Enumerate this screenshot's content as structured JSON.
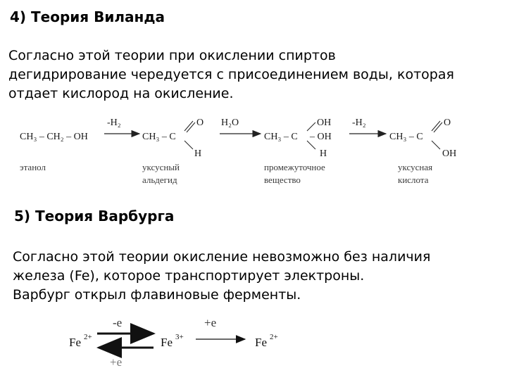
{
  "section4": {
    "title": "4) Теория Виланда",
    "lines": [
      "Согласно этой теории при окислении спиртов",
      "дегидрирование чередуется с присоединением воды, которая",
      "отдает кислород на окисление."
    ]
  },
  "reaction1": {
    "ethanol": "CH₃ – CH₂ – OH",
    "step1": "-H₂",
    "step2": "H₂O",
    "step3": "-H₂",
    "ch3c": "CH₃ – C",
    "o": "O",
    "h": "H",
    "oh": "OH",
    "minus_oh": "– OH",
    "captions": {
      "ethanol": "этанол",
      "aldehyde_1": "уксусный",
      "aldehyde_2": "альдегид",
      "intermediate_1": "промежуточное",
      "intermediate_2": "вещество",
      "acid_1": "уксусная",
      "acid_2": "кислота"
    }
  },
  "section5": {
    "title": "5) Теория Варбурга",
    "lines": [
      "Согласно этой теории окисление невозможно без наличия",
      "железа (Fe), которое транспортирует электроны.",
      "Варбург открыл флавиновые ферменты."
    ]
  },
  "reaction2": {
    "fe": "Fe",
    "charge2": "2+",
    "charge3": "3+",
    "minus_e": "-e",
    "plus_e": "+e",
    "plus_e_bottom": "+e"
  }
}
